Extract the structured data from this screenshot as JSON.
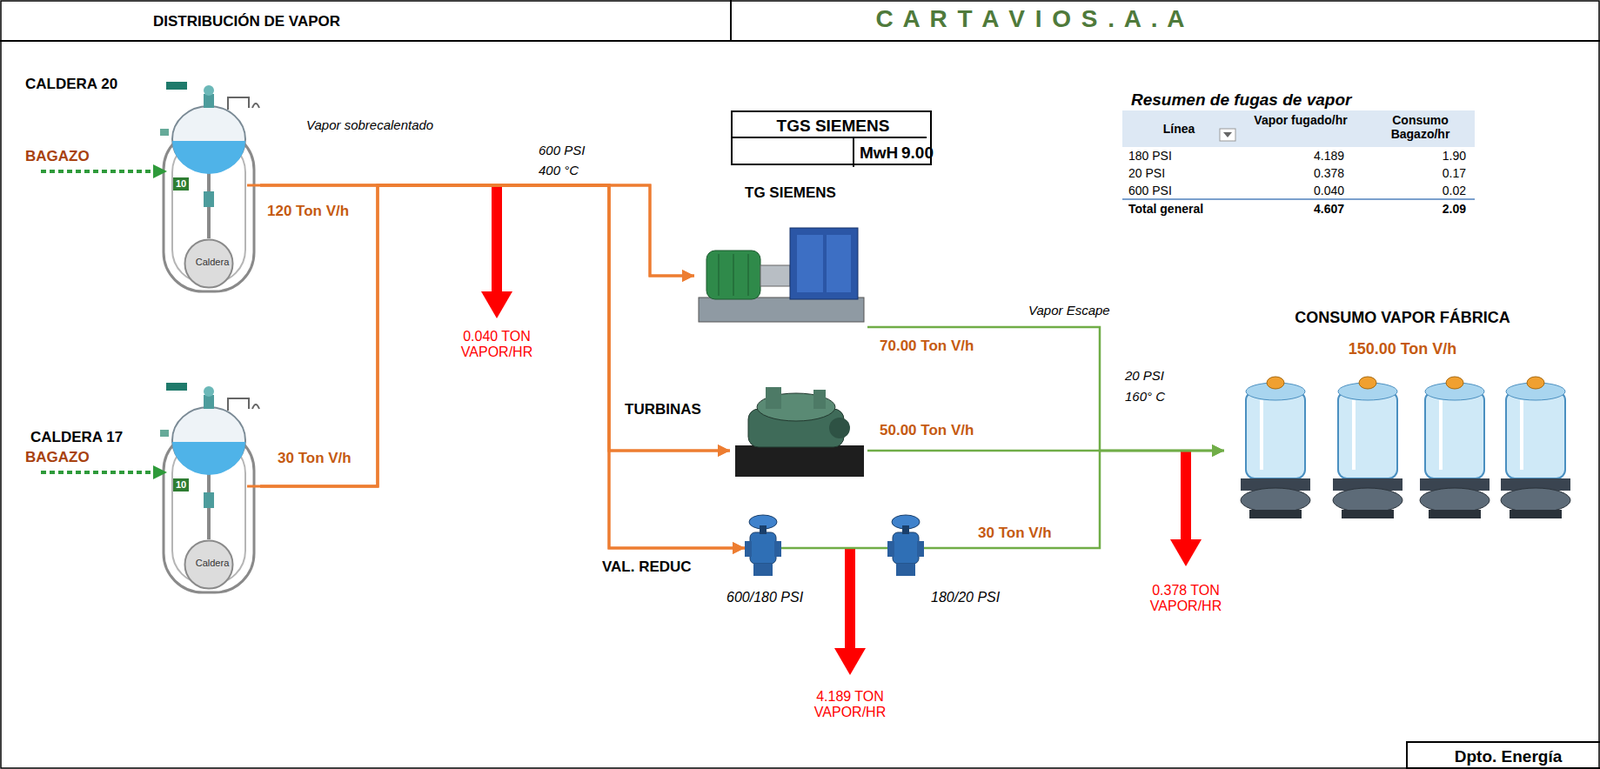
{
  "diagram": {
    "title": "DISTRIBUCIÓN DE VAPOR",
    "nodes": [
      {
        "text": [
          "CALDERA 20"
        ]
      },
      {
        "text": [
          "Caldera"
        ],
        "in": 0
      },
      {
        "text": [
          "CALDERA 17"
        ]
      },
      {
        "text": [
          "Caldera"
        ],
        "in": 2
      },
      {
        "text": [
          "TGS SIEMENS",
          "9.00",
          "MwH"
        ]
      },
      {
        "text": [
          "TG SIEMENS"
        ]
      },
      {
        "text": [
          "TURBINAS"
        ]
      },
      {
        "text": [
          "VAL. REDUC",
          "600/180 PSI"
        ]
      },
      {
        "text": [
          "180/20 PSI"
        ]
      },
      {
        "text": [
          "CONSUMO VAPOR FÁBRICA",
          "150.00 Ton V/h"
        ]
      },
      {
        "text": [
          "Resumen de fugas de vapor"
        ]
      },
      {
        "text": [
          "Dpto. Energía"
        ]
      }
    ],
    "edges": [
      {
        "from": 0,
        "to": 5,
        "arrow": "to",
        "label": "120 Ton V/h"
      },
      {
        "from": 0,
        "to": 6,
        "arrow": "to"
      },
      {
        "from": 0,
        "to": 7,
        "arrow": "to"
      },
      {
        "from": 2,
        "to": 5,
        "arrow": "to",
        "label": "30 Ton V/h"
      },
      {
        "from": 2,
        "to": 6,
        "arrow": "to"
      },
      {
        "from": 2,
        "to": 7,
        "arrow": "to"
      },
      {
        "from": 5,
        "to": 9,
        "arrow": "to",
        "label": "70.00 Ton V/h"
      },
      {
        "from": 6,
        "to": 9,
        "arrow": "to",
        "label": "50.00 Ton V/h"
      },
      {
        "from": 7,
        "to": 8,
        "arrow": "none"
      },
      {
        "from": 8,
        "to": 9,
        "arrow": "to",
        "label": "30 Ton V/h"
      }
    ],
    "labels": [
      "C A R T A V I O S . A . A",
      "Línea",
      "Vapor fugado/hr",
      "Consumo Bagazo/hr",
      "180 PSI",
      "4.189",
      "1.90",
      "20 PSI",
      "0.378",
      "0.17",
      "600 PSI",
      "0.040",
      "0.02",
      "Total general",
      "4.607",
      "2.09",
      "Vapor sobrecalentado",
      "600 PSI",
      "400 °C",
      "BAGAZO",
      "10",
      "0.040 TON VAPOR/HR",
      "Vapor Escape",
      "20 PSI",
      "160° C",
      "BAGAZO",
      "10",
      "0.378 TON VAPOR/HR",
      "4.189 TON VAPOR/HR"
    ]
  }
}
